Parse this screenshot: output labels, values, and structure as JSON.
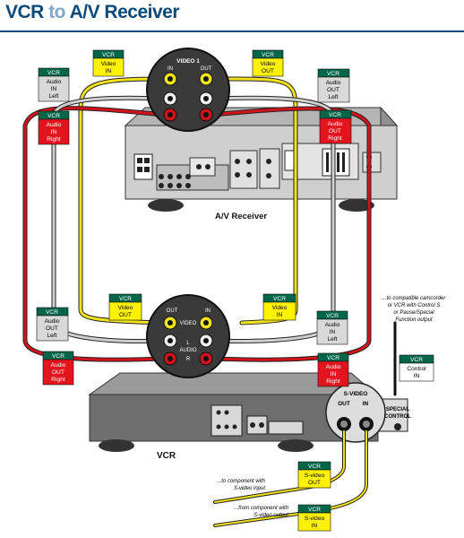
{
  "title": {
    "part1": "VCR",
    "part2": "to",
    "part3": "A/V Receiver"
  },
  "colors": {
    "title": "#0d4a7a",
    "title_to": "#7fa7c8",
    "video_cable": "#f2e21a",
    "red_cable": "#d3131b",
    "white_cable": "#cccccc",
    "label_head": "#00664a",
    "label_video": "#fff200",
    "label_audio_left": "#d9d9d9",
    "label_audio_right": "#e3141d"
  },
  "receiver": {
    "name": "A/V Receiver"
  },
  "vcr": {
    "name": "VCR"
  },
  "jacks_top": {
    "video_group": "VIDEO 1",
    "in": "IN",
    "out": "OUT"
  },
  "jacks_bottom": {
    "out": "OUT",
    "in": "IN",
    "video": "VIDEO",
    "l": "L",
    "audio": "AUDIO",
    "r": "R"
  },
  "svideo_panel": {
    "title": "S-VIDEO",
    "out": "OUT",
    "in": "IN",
    "special1": "SPECIAL",
    "special2": "CONTROL"
  },
  "labels": {
    "t_video_in": {
      "head": "VCR",
      "l1": "Video",
      "l2": "IN"
    },
    "t_video_out": {
      "head": "VCR",
      "l1": "Video",
      "l2": "OUT"
    },
    "t_audio_in_left": {
      "head": "VCR",
      "l1": "Audio",
      "l2": "IN",
      "l3": "Left"
    },
    "t_audio_in_right": {
      "head": "VCR",
      "l1": "Audio",
      "l2": "IN",
      "l3": "Right"
    },
    "t_audio_out_left": {
      "head": "VCR",
      "l1": "Audio",
      "l2": "OUT",
      "l3": "Left"
    },
    "t_audio_out_right": {
      "head": "VCR",
      "l1": "Audio",
      "l2": "OUT",
      "l3": "Right"
    },
    "b_video_out": {
      "head": "VCR",
      "l1": "Video",
      "l2": "OUT"
    },
    "b_video_in": {
      "head": "VCR",
      "l1": "Video",
      "l2": "IN"
    },
    "b_audio_out_left": {
      "head": "VCR",
      "l1": "Audio",
      "l2": "OUT",
      "l3": "Left"
    },
    "b_audio_out_right": {
      "head": "VCR",
      "l1": "Audio",
      "l2": "OUT",
      "l3": "Right"
    },
    "b_audio_in_left": {
      "head": "VCR",
      "l1": "Audio",
      "l2": "IN",
      "l3": "Left"
    },
    "b_audio_in_right": {
      "head": "VCR",
      "l1": "Audio",
      "l2": "IN",
      "l3": "Right"
    },
    "control_in": {
      "head": "VCR",
      "l1": "Control",
      "l2": "IN"
    },
    "svideo_out": {
      "head": "VCR",
      "l1": "S-video",
      "l2": "OUT"
    },
    "svideo_in": {
      "head": "VCR",
      "l1": "S-video",
      "l2": "IN"
    }
  },
  "notes": {
    "camcorder": [
      "...to compatible camcorder",
      "or VCR with Control S",
      "or Pause/Special",
      "Function output"
    ],
    "to_component": [
      "...to component with",
      "S-video input"
    ],
    "from_component": [
      "...from component with",
      "S-video output"
    ]
  }
}
